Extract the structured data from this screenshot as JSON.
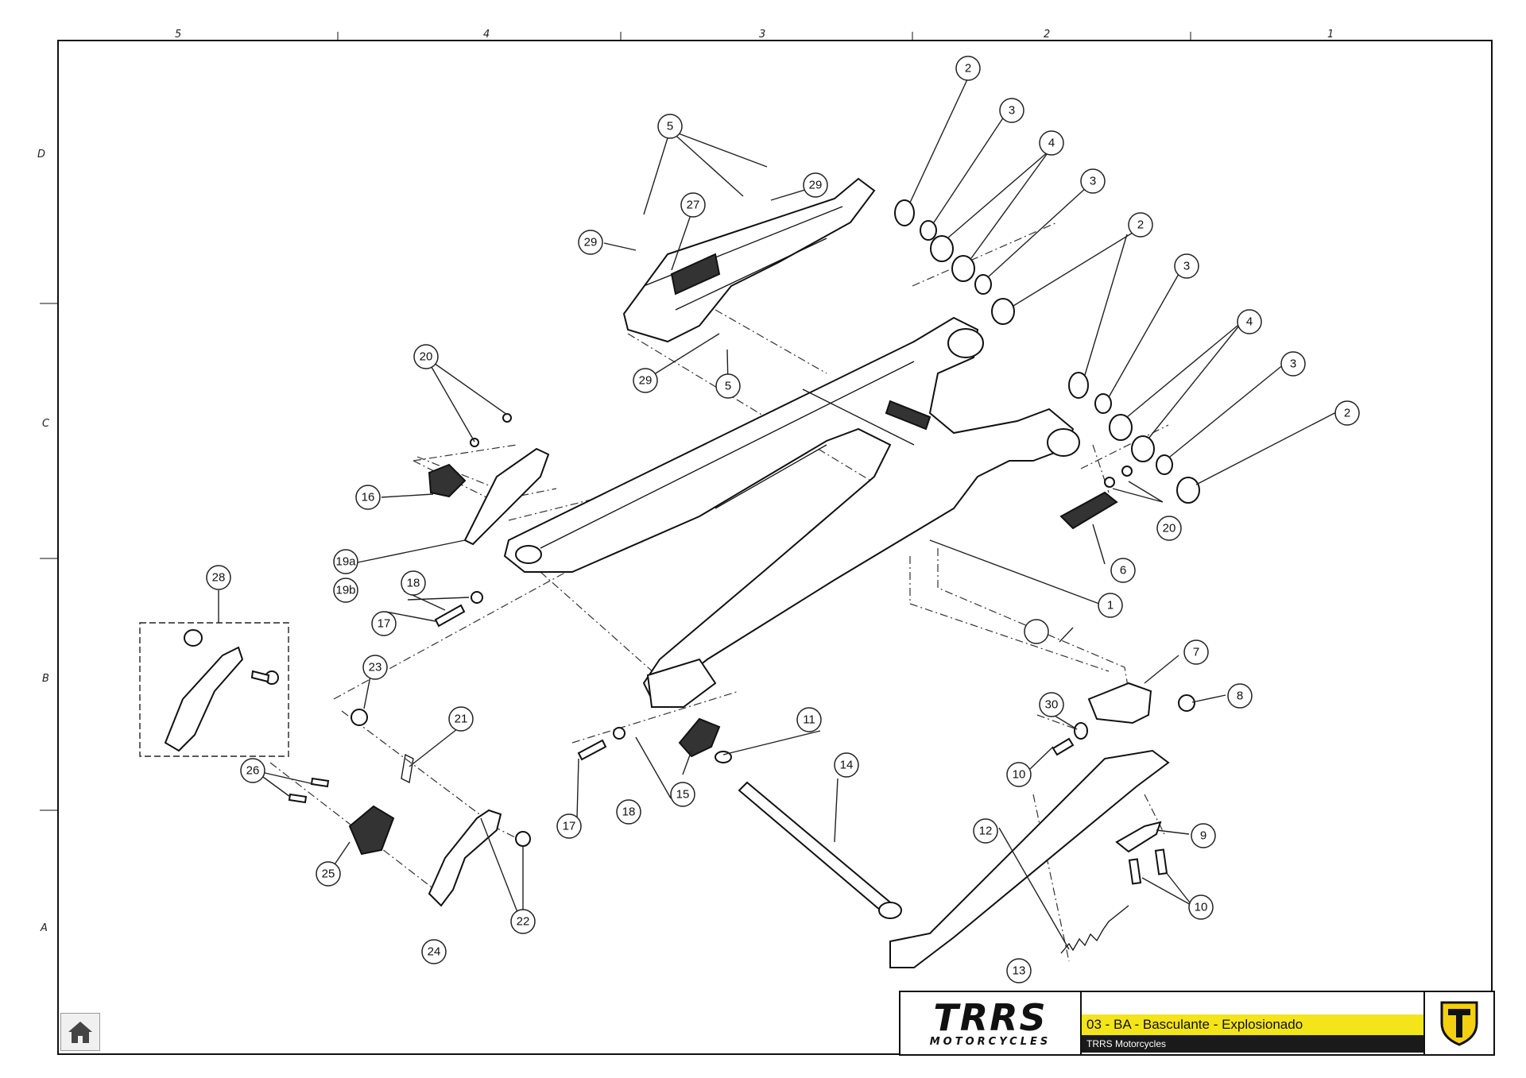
{
  "drawing": {
    "column_labels": [
      "5",
      "4",
      "3",
      "2",
      "1"
    ],
    "row_labels": [
      "D",
      "C",
      "B",
      "A"
    ]
  },
  "callouts": {
    "c1": "1",
    "c2a": "2",
    "c2b": "2",
    "c2c": "2",
    "c3a": "3",
    "c3b": "3",
    "c3c": "3",
    "c3d": "3",
    "c4a": "4",
    "c4b": "4",
    "c5a": "5",
    "c5b": "5",
    "c6": "6",
    "c7": "7",
    "c8": "8",
    "c9": "9",
    "c10a": "10",
    "c10b": "10",
    "c11": "11",
    "c12": "12",
    "c13": "13",
    "c14": "14",
    "c15": "15",
    "c16": "16",
    "c17a": "17",
    "c17b": "17",
    "c18a": "18",
    "c18b": "18",
    "c19a": "19a",
    "c19b": "19b",
    "c20a": "20",
    "c20b": "20",
    "c21": "21",
    "c22": "22",
    "c23": "23",
    "c24": "24",
    "c25": "25",
    "c26": "26",
    "c27": "27",
    "c28": "28",
    "c29a": "29",
    "c29b": "29",
    "c29c": "29",
    "c30": "30"
  },
  "title_block": {
    "logo_main": "TRRS",
    "logo_sub": "MOTORCYCLES",
    "title": "03 - BA - Basculante - Explosionado",
    "company": "TRRS Motorcycles"
  },
  "colors": {
    "title_highlight": "#f4e41a",
    "company_bar": "#1a1a1a",
    "emblem": "#f4d00f"
  },
  "home": {
    "icon": "home-icon"
  }
}
